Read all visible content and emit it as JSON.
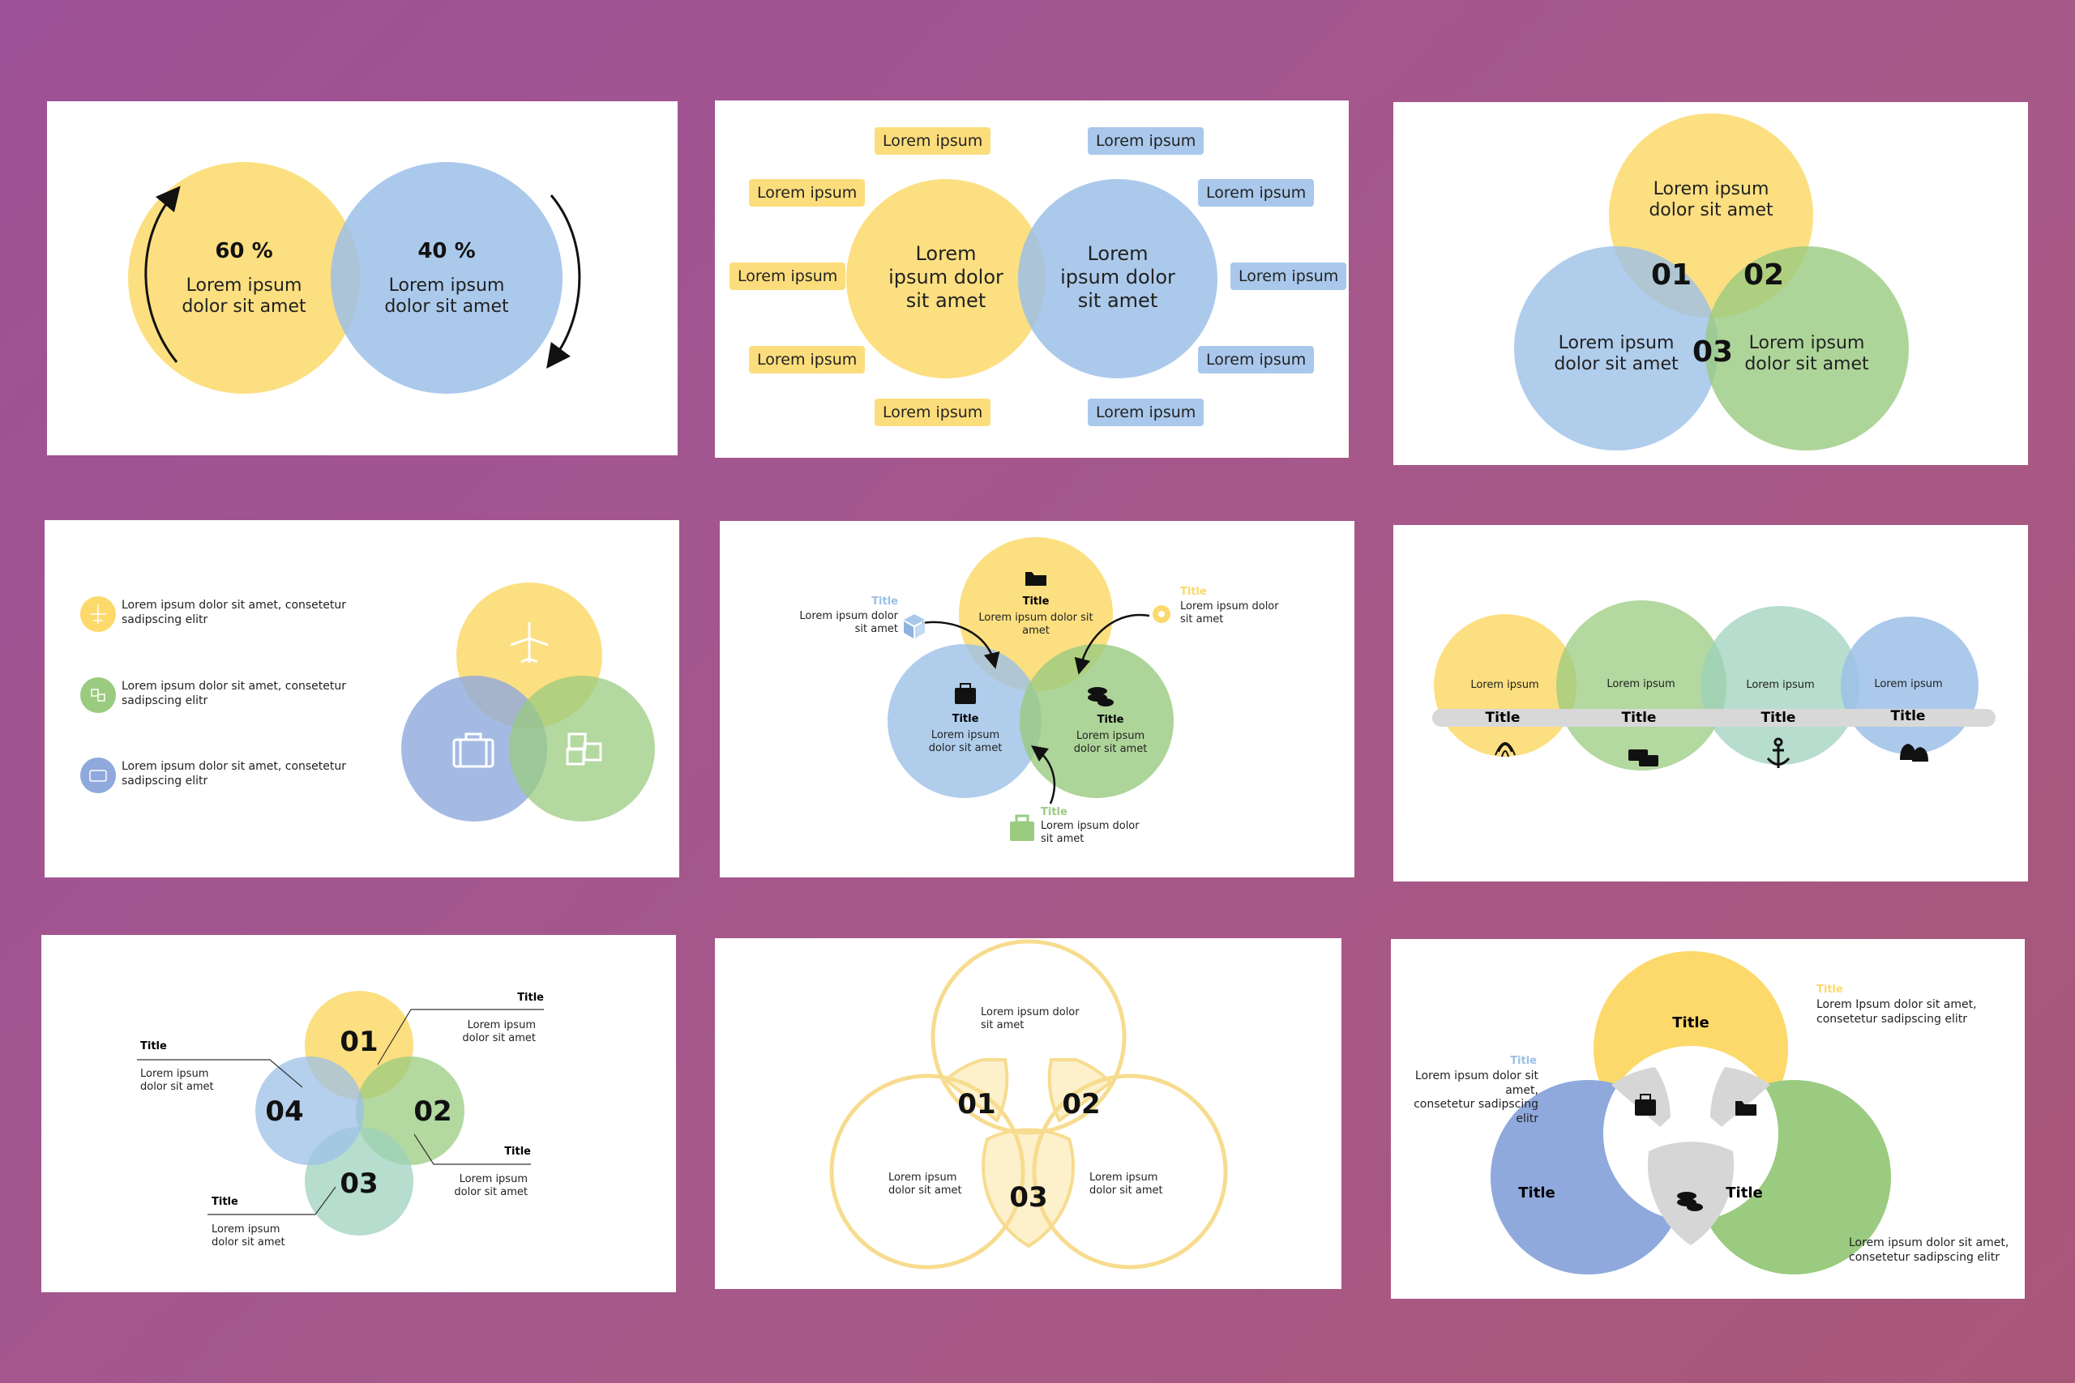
{
  "colors": {
    "yellow": "#fcd96a",
    "blue": "#9cc0e7",
    "green": "#9acb80",
    "teal": "#9dd1bc",
    "slate_blue": "#8fa9dc",
    "grey": "#d8d8d8",
    "background": "#a5568c"
  },
  "slide1": {
    "left": {
      "percent": "60 %",
      "text": "Lorem ipsum\ndolor sit amet"
    },
    "right": {
      "percent": "40 %",
      "text": "Lorem ipsum\ndolor sit amet"
    }
  },
  "slide2": {
    "left_circle": "Lorem\nipsum dolor\nsit amet",
    "right_circle": "Lorem\nipsum dolor\nsit amet",
    "yellow_tags": [
      "Lorem ipsum",
      "Lorem ipsum",
      "Lorem ipsum",
      "Lorem ipsum",
      "Lorem ipsum"
    ],
    "blue_tags": [
      "Lorem ipsum",
      "Lorem ipsum",
      "Lorem ipsum",
      "Lorem ipsum",
      "Lorem ipsum"
    ]
  },
  "slide3": {
    "top": "Lorem ipsum\ndolor sit amet",
    "left": "Lorem ipsum\ndolor sit amet",
    "right": "Lorem ipsum\ndolor sit amet",
    "n1": "01",
    "n2": "02",
    "n3": "03"
  },
  "slide4": {
    "items": [
      {
        "text": "Lorem ipsum dolor sit amet, consetetur\nsadipscing elitr",
        "icon": "airplane-icon"
      },
      {
        "text": "Lorem ipsum dolor sit amet, consetetur\nsadipscing elitr",
        "icon": "boxes-icon"
      },
      {
        "text": "Lorem ipsum dolor sit amet, consetetur\nsadipscing elitr",
        "icon": "suitcase-icon"
      }
    ]
  },
  "slide5": {
    "top": {
      "title": "Title",
      "text": "Lorem ipsum dolor sit\namet",
      "icon": "folder-icon"
    },
    "left": {
      "title": "Title",
      "text": "Lorem ipsum\ndolor sit amet",
      "icon": "briefcase-icon"
    },
    "right": {
      "title": "Title",
      "text": "Lorem ipsum\ndolor sit amet",
      "icon": "coins-icon"
    },
    "callout_left": {
      "title": "Title",
      "text": "Lorem ipsum dolor\nsit amet",
      "icon": "cube-icon"
    },
    "callout_right": {
      "title": "Title",
      "text": "Lorem ipsum dolor\nsit amet",
      "icon": "gear-icon"
    },
    "callout_bottom": {
      "title": "Title",
      "text": "Lorem ipsum dolor\nsit amet",
      "icon": "bag-icon"
    }
  },
  "slide6": {
    "items": [
      {
        "label": "Lorem ipsum",
        "title": "Title",
        "icon": "fingerprint-icon"
      },
      {
        "label": "Lorem ipsum",
        "title": "Title",
        "icon": "chat-icon"
      },
      {
        "label": "Lorem ipsum",
        "title": "Title",
        "icon": "anchor-icon"
      },
      {
        "label": "Lorem ipsum",
        "title": "Title",
        "icon": "bells-icon"
      }
    ]
  },
  "slide7": {
    "numbers": [
      "01",
      "02",
      "03",
      "04"
    ],
    "callouts": [
      {
        "title": "Title",
        "text": "Lorem ipsum\ndolor sit amet"
      },
      {
        "title": "Title",
        "text": "Lorem ipsum\ndolor sit amet"
      },
      {
        "title": "Title",
        "text": "Lorem ipsum\ndolor sit amet"
      },
      {
        "title": "Title",
        "text": "Lorem ipsum\ndolor sit amet"
      }
    ]
  },
  "slide8": {
    "top": "Lorem ipsum dolor\nsit amet",
    "left": "Lorem ipsum\ndolor sit amet",
    "right": "Lorem ipsum\ndolor sit amet",
    "n1": "01",
    "n2": "02",
    "n3": "03"
  },
  "slide9": {
    "top_title": "Title",
    "left_title": "Title",
    "right_title": "Title",
    "callout_top": {
      "title": "Title",
      "text": "Lorem Ipsum dolor sit amet,\nconsetetur sadipscing elitr"
    },
    "callout_left": {
      "title": "Title",
      "text": "Lorem ipsum dolor sit amet,\nconsetetur sadipscing elitr"
    },
    "callout_right": {
      "title": "Title",
      "text": "Lorem ipsum dolor sit amet,\nconsetetur sadipscing elitr"
    }
  }
}
